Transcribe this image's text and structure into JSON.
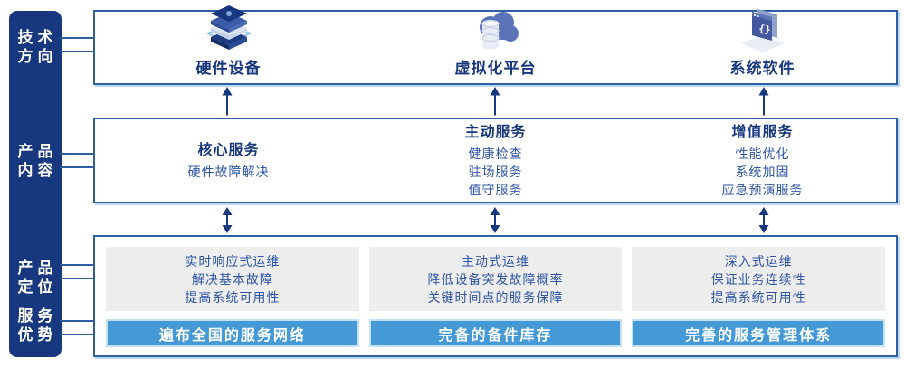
{
  "colors": {
    "rail_navy": "#17377E",
    "box_border_blue": "#2E5FA3",
    "body_text_blue": "#2E55A5",
    "advantage_bar_blue": "#4499D6",
    "advantage_bar_border": "#C3E2F5",
    "gray_panel": "#EDEDED"
  },
  "sidebar": {
    "labels": [
      {
        "id": "tech-direction",
        "line1": "技术",
        "line2": "方向"
      },
      {
        "id": "product-content",
        "line1": "产品",
        "line2": "内容"
      },
      {
        "id": "product-positioning",
        "line1": "产品",
        "line2": "定位"
      },
      {
        "id": "service-advantage",
        "line1": "服务",
        "line2": "优势"
      }
    ]
  },
  "tech_row": {
    "items": [
      {
        "label": "硬件设备",
        "icon": "server-stack-icon"
      },
      {
        "label": "虚拟化平台",
        "icon": "cloud-database-icon"
      },
      {
        "label": "系统软件",
        "icon": "software-window-icon"
      }
    ]
  },
  "service_row": {
    "columns": [
      {
        "title": "核心服务",
        "items": [
          "硬件故障解决"
        ]
      },
      {
        "title": "主动服务",
        "items": [
          "健康检查",
          "驻场服务",
          "值守服务"
        ]
      },
      {
        "title": "增值服务",
        "items": [
          "性能优化",
          "系统加固",
          "应急预演服务"
        ]
      }
    ]
  },
  "positioning_row": {
    "columns": [
      {
        "lines": [
          "实时响应式运维",
          "解决基本故障",
          "提高系统可用性"
        ],
        "advantage": "遍布全国的服务网络"
      },
      {
        "lines": [
          "主动式运维",
          "降低设备突发故障概率",
          "关键时间点的服务保障"
        ],
        "advantage": "完备的备件库存"
      },
      {
        "lines": [
          "深入式运维",
          "保证业务连续性",
          "提高系统可用性"
        ],
        "advantage": "完善的服务管理体系"
      }
    ]
  }
}
